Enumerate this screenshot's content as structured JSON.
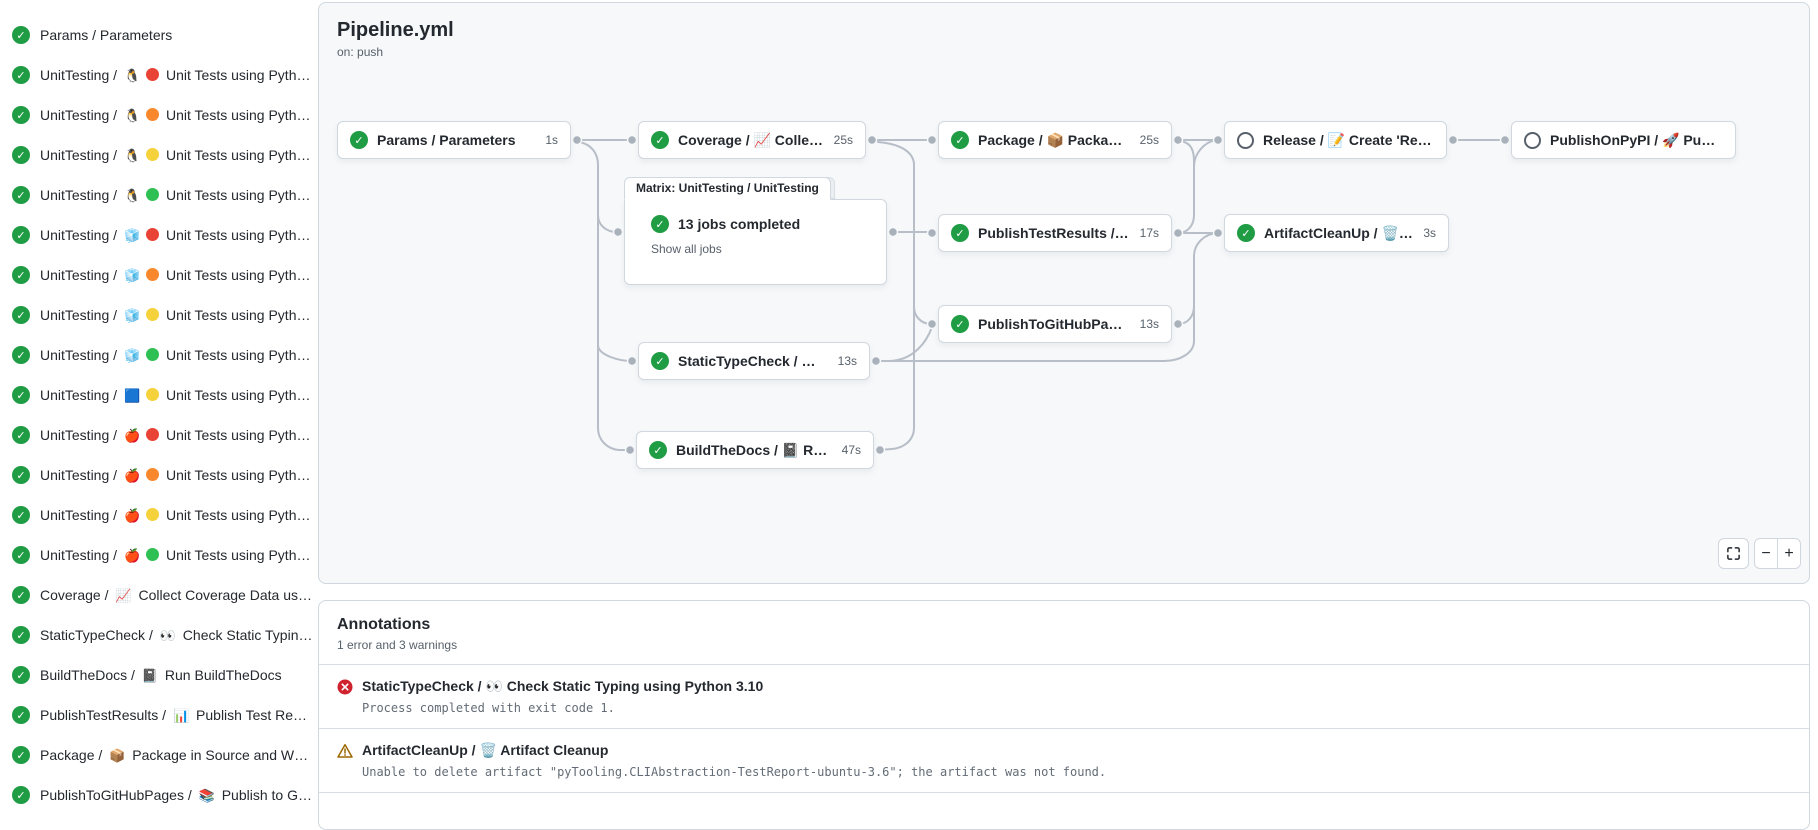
{
  "sidebar": {
    "jobs": [
      {
        "job": "Params /",
        "emoji": null,
        "dot": null,
        "name": "Parameters"
      },
      {
        "job": "UnitTesting /",
        "emoji": "🐧",
        "dot": "red",
        "name": "Unit Tests using Pyth…"
      },
      {
        "job": "UnitTesting /",
        "emoji": "🐧",
        "dot": "orange",
        "name": "Unit Tests using Pyth…"
      },
      {
        "job": "UnitTesting /",
        "emoji": "🐧",
        "dot": "yellow",
        "name": "Unit Tests using Pyth…"
      },
      {
        "job": "UnitTesting /",
        "emoji": "🐧",
        "dot": "green",
        "name": "Unit Tests using Pyth…"
      },
      {
        "job": "UnitTesting /",
        "emoji": "🧊",
        "dot": "red",
        "name": "Unit Tests using Pyth…"
      },
      {
        "job": "UnitTesting /",
        "emoji": "🧊",
        "dot": "orange",
        "name": "Unit Tests using Pyth…"
      },
      {
        "job": "UnitTesting /",
        "emoji": "🧊",
        "dot": "yellow",
        "name": "Unit Tests using Pyth…"
      },
      {
        "job": "UnitTesting /",
        "emoji": "🧊",
        "dot": "green",
        "name": "Unit Tests using Pyth…"
      },
      {
        "job": "UnitTesting /",
        "emoji": "🟦",
        "dot": "yellow",
        "name": "Unit Tests using Pyth…"
      },
      {
        "job": "UnitTesting /",
        "emoji": "🍎",
        "dot": "red",
        "name": "Unit Tests using Pyth…"
      },
      {
        "job": "UnitTesting /",
        "emoji": "🍎",
        "dot": "orange",
        "name": "Unit Tests using Pyth…"
      },
      {
        "job": "UnitTesting /",
        "emoji": "🍎",
        "dot": "yellow",
        "name": "Unit Tests using Pyth…"
      },
      {
        "job": "UnitTesting /",
        "emoji": "🍎",
        "dot": "green",
        "name": "Unit Tests using Pyth…"
      },
      {
        "job": "Coverage /",
        "emoji": "📈",
        "dot": null,
        "name": "Collect Coverage Data usi…"
      },
      {
        "job": "StaticTypeCheck /",
        "emoji": "👀",
        "dot": null,
        "name": "Check Static Typing…"
      },
      {
        "job": "BuildTheDocs /",
        "emoji": "📓",
        "dot": null,
        "name": "Run BuildTheDocs"
      },
      {
        "job": "PublishTestResults /",
        "emoji": "📊",
        "dot": null,
        "name": "Publish Test Resu…"
      },
      {
        "job": "Package /",
        "emoji": "📦",
        "dot": null,
        "name": "Package in Source and Wh…"
      },
      {
        "job": "PublishToGitHubPages /",
        "emoji": "📚",
        "dot": null,
        "name": "Publish to G…"
      }
    ]
  },
  "pipeline": {
    "title": "Pipeline.yml",
    "trigger": "on: push",
    "matrix": {
      "tab": "Matrix: UnitTesting / UnitTesting",
      "summary": "13 jobs completed",
      "link": "Show all jobs"
    },
    "nodes": {
      "params": {
        "label": "Params / Parameters",
        "duration": "1s",
        "status": "success"
      },
      "coverage": {
        "label": "Coverage / 📈 Collect Cove…",
        "duration": "25s",
        "status": "success"
      },
      "package": {
        "label": "Package / 📦 Package in So…",
        "duration": "25s",
        "status": "success"
      },
      "release": {
        "label": "Release / 📝 Create 'Release P…",
        "duration": "",
        "status": "skipped"
      },
      "pypi": {
        "label": "PublishOnPyPI / 🚀 Publish to …",
        "duration": "",
        "status": "skipped"
      },
      "publishtest": {
        "label": "PublishTestResults / 📊 Pu…",
        "duration": "17s",
        "status": "success"
      },
      "artifact": {
        "label": "ArtifactCleanUp / 🗑️ Artifac…",
        "duration": "3s",
        "status": "success"
      },
      "ghpages": {
        "label": "PublishToGitHubPages / 📚 …",
        "duration": "13s",
        "status": "success"
      },
      "statictype": {
        "label": "StaticTypeCheck / 👀 Chec…",
        "duration": "13s",
        "status": "success"
      },
      "docs": {
        "label": "BuildTheDocs / 📓 Run Buil…",
        "duration": "47s",
        "status": "success"
      }
    },
    "controls": {
      "zoom_out": "−",
      "zoom_in": "+"
    }
  },
  "annotations": {
    "title": "Annotations",
    "subtitle": "1 error and 3 warnings",
    "items": [
      {
        "type": "error",
        "title": "StaticTypeCheck / 👀 Check Static Typing using Python 3.10",
        "message": "Process completed with exit code 1."
      },
      {
        "type": "warning",
        "title": "ArtifactCleanUp / 🗑️ Artifact Cleanup",
        "message": "Unable to delete artifact \"pyTooling.CLIAbstraction-TestReport-ubuntu-3.6\"; the artifact was not found."
      }
    ]
  }
}
